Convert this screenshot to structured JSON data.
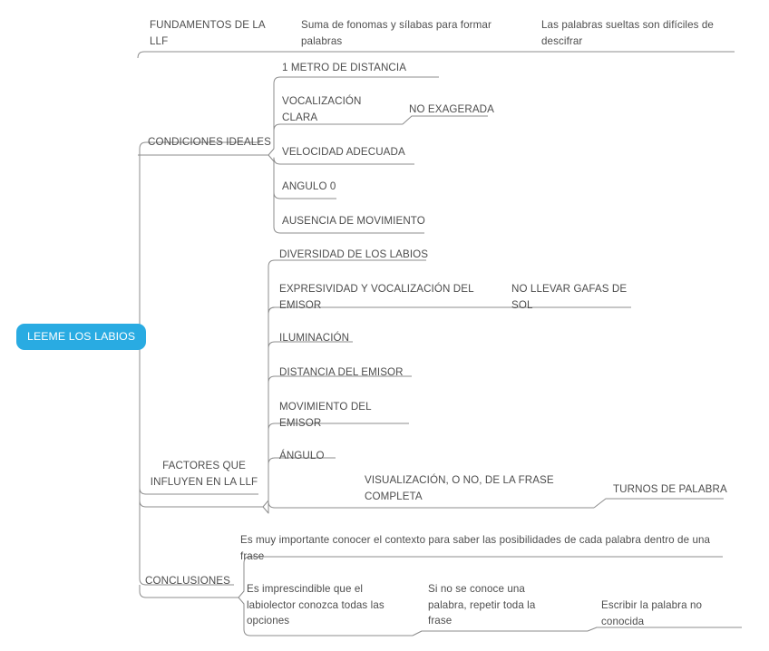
{
  "diagram": {
    "type": "mind-map",
    "title": "LEEME LOS LABIOS",
    "background_color": "#ffffff",
    "line_color": "#8c8c8c",
    "text_color": "#4d4d4d",
    "root_fill_color": "#29abe2",
    "root_text_color": "#ffffff"
  },
  "root": {
    "label": "LEEME LOS LABIOS"
  },
  "nodes": {
    "fundamentos": "FUNDAMENTOS DE LA LLF",
    "suma_fonemas": "Suma de fonomas y sílabas para formar palabras",
    "palabras_sueltas": "Las palabras sueltas son difíciles de descifrar",
    "condiciones_ideales": "CONDICIONES IDEALES",
    "un_metro": "1 METRO DE DISTANCIA",
    "vocalizacion_clara": "VOCALIZACIÓN CLARA",
    "no_exagerada": "NO EXAGERADA",
    "velocidad_adecuada": "VELOCIDAD ADECUADA",
    "angulo_0": "ANGULO 0",
    "ausencia_movimiento": "AUSENCIA DE MOVIMIENTO",
    "factores": "FACTORES QUE INFLUYEN EN LA LLF",
    "diversidad_labios": "DIVERSIDAD DE LOS LABIOS",
    "expresividad": "EXPRESIVIDAD Y VOCALIZACIÓN DEL EMISOR",
    "no_gafas": "NO LLEVAR GAFAS DE SOL",
    "iluminacion": "ILUMINACIÓN",
    "distancia_emisor": "DISTANCIA DEL EMISOR",
    "movimiento_emisor": "MOVIMIENTO DEL EMISOR",
    "angulo": "ÁNGULO",
    "visualizacion": "VISUALIZACIÓN, O NO, DE LA FRASE COMPLETA",
    "turnos_palabra": "TURNOS DE PALABRA",
    "conclusiones": "CONCLUSIONES",
    "es_muy_importante": "Es muy importante conocer el contexto para saber las posibilidades de cada palabra dentro de una frase",
    "es_imprescindible": "Es imprescindible que el labiolector conozca todas las opciones",
    "si_no_se_conoce": "Si no se conoce una palabra, repetir toda la frase",
    "escribir_palabra": "Escribir la palabra no conocida"
  }
}
